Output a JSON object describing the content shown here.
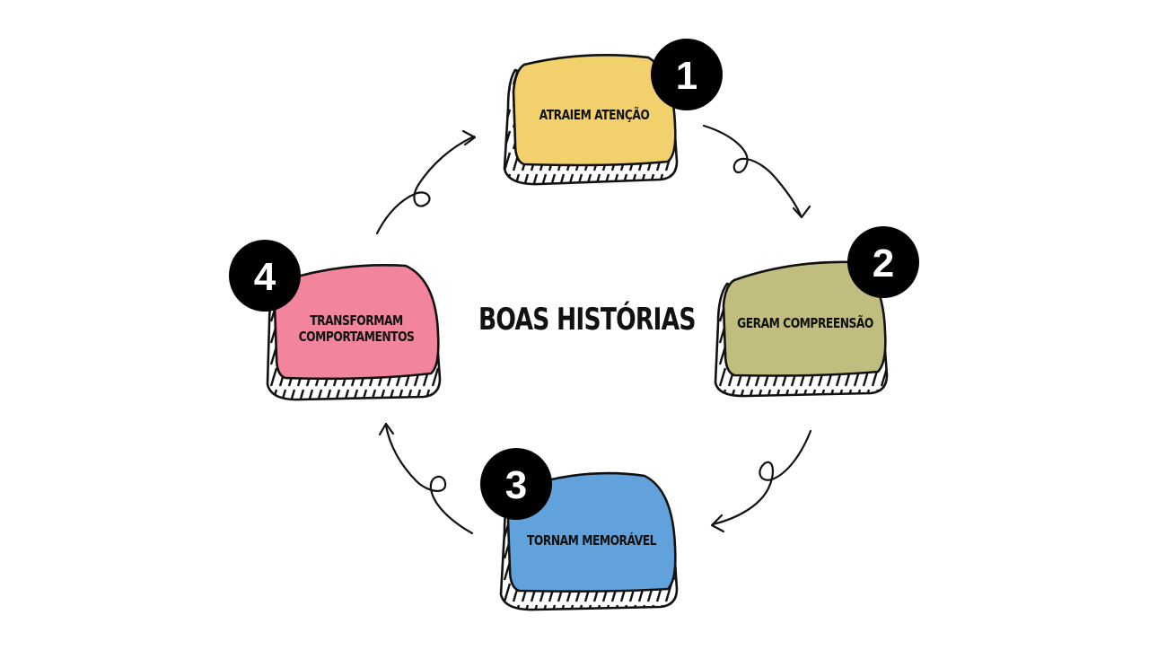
{
  "title": "BOAS HISTÓRIAS",
  "steps": [
    {
      "number": "1",
      "label": "ATRAIEM ATENÇÃO",
      "color": "#F2D06B"
    },
    {
      "number": "2",
      "label": "GERAM COMPREENSÃO",
      "color": "#C1BD7E"
    },
    {
      "number": "3",
      "label": "TORNAM MEMORÁVEL",
      "color": "#62A2DC"
    },
    {
      "number": "4",
      "label_line1": "TRANSFORMAM",
      "label_line2": "COMPORTAMENTOS",
      "color": "#F2849B"
    }
  ],
  "colors": {
    "outline": "#111111",
    "badge": "#000000",
    "background": "#FFFFFF"
  }
}
